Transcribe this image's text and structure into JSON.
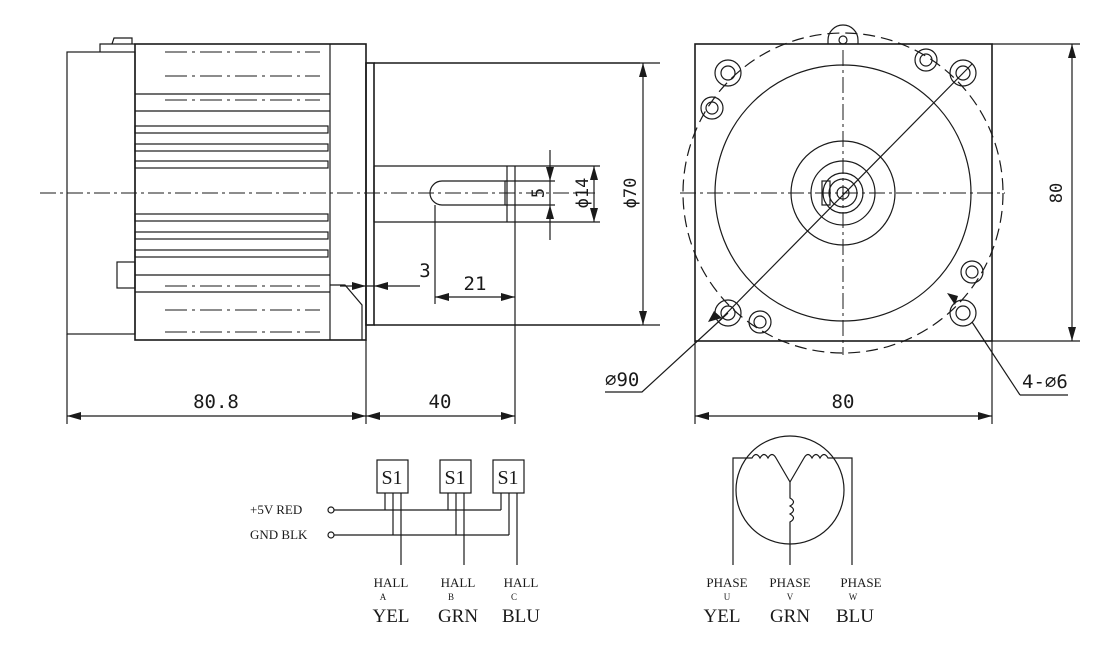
{
  "dimensions": {
    "body_length": "80.8",
    "shaft_length": "40",
    "key_offset": "3",
    "key_length": "21",
    "key_width": "5",
    "shaft_diameter": "ϕ14",
    "pilot_diameter": "ϕ70",
    "flange_height": "80",
    "flange_width": "80",
    "bolt_circle": "⌀90",
    "mounting_holes": "4-⌀6"
  },
  "hall_sensor": {
    "sensor_label": "S1",
    "supply": "+5V  RED",
    "ground": "GND  BLK",
    "outputs": [
      {
        "name": "HALL",
        "sub": "A",
        "color": "YEL"
      },
      {
        "name": "HALL",
        "sub": "B",
        "color": "GRN"
      },
      {
        "name": "HALL",
        "sub": "C",
        "color": "BLU"
      }
    ]
  },
  "windings": {
    "phases": [
      {
        "name": "PHASE",
        "sub": "U",
        "color": "YEL"
      },
      {
        "name": "PHASE",
        "sub": "V",
        "color": "GRN"
      },
      {
        "name": "PHASE",
        "sub": "W",
        "color": "BLU"
      }
    ]
  }
}
